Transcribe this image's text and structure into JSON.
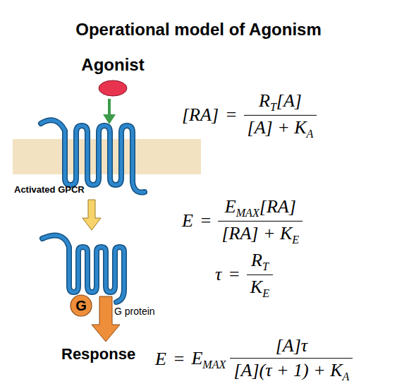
{
  "diagram": {
    "title": "Operational model of Agonism",
    "nodes": [
      {
        "text": [
          "Agonist"
        ]
      },
      {
        "text": [
          "G"
        ]
      }
    ],
    "labels": [
      "Activated GPCR",
      "G protein",
      "Response",
      "[RA]",
      "=",
      "R",
      "T",
      "[A]",
      "[A] + K",
      "A",
      "E",
      "=",
      "E",
      "MAX",
      "[RA]",
      "[RA] + K",
      "E",
      "τ",
      "=",
      "R",
      "T",
      "K",
      "E",
      "E",
      "=",
      "E",
      "MAX",
      "[A]τ",
      "[A](τ + 1) + K",
      "A"
    ]
  }
}
